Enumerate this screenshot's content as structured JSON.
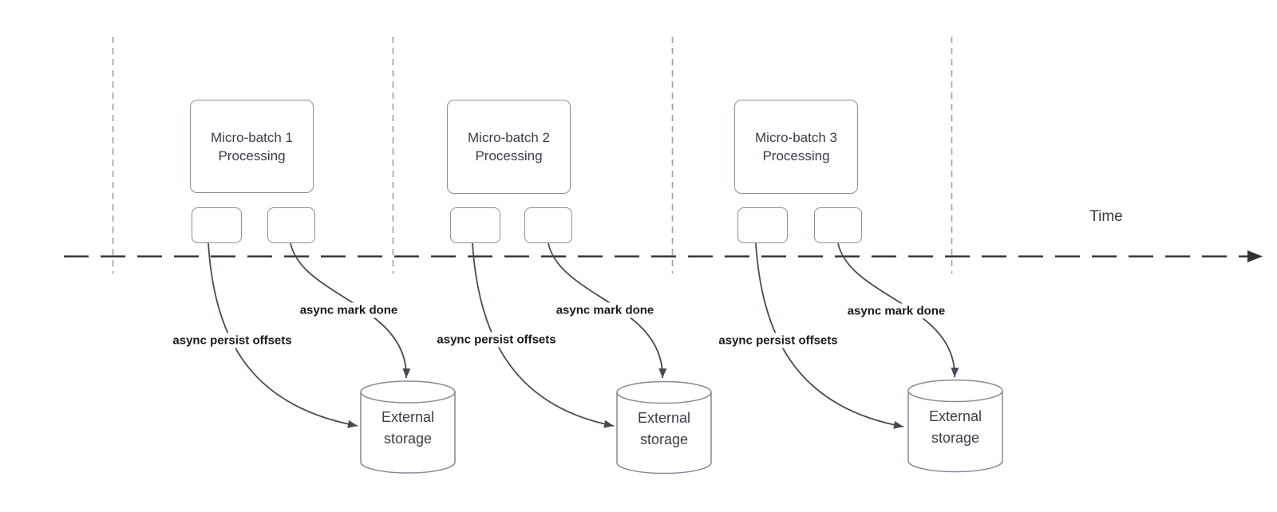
{
  "diagram": {
    "time_axis": {
      "label": "Time"
    },
    "sections": [
      {
        "processing_line1": "Micro-batch 1",
        "processing_line2": "Processing",
        "persist_arrow_label": "async persist offsets",
        "mark_done_arrow_label": "async mark done",
        "storage_line1": "External",
        "storage_line2": "storage"
      },
      {
        "processing_line1": "Micro-batch 2",
        "processing_line2": "Processing",
        "persist_arrow_label": "async persist offsets",
        "mark_done_arrow_label": "async mark done",
        "storage_line1": "External",
        "storage_line2": "storage"
      },
      {
        "processing_line1": "Micro-batch 3",
        "processing_line2": "Processing",
        "persist_arrow_label": "async persist offsets",
        "mark_done_arrow_label": "async mark done",
        "storage_line1": "External",
        "storage_line2": "storage"
      }
    ],
    "colors": {
      "background": "#ffffff",
      "shape_border": "#8a9097",
      "shape_text": "#383e47",
      "arrow_line": "#444b54",
      "timeline_line": "#2b2b2b",
      "guide_line": "#9ba1a7",
      "edge_label_text": "#17191d"
    }
  }
}
